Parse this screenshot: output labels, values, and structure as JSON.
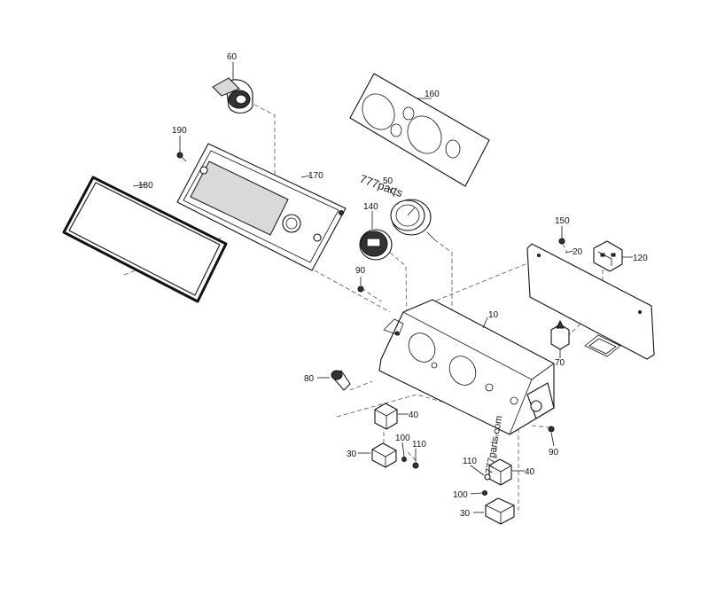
{
  "callouts": [
    {
      "id": "c60",
      "label": "60"
    },
    {
      "id": "c160",
      "label": "160"
    },
    {
      "id": "c190",
      "label": "190"
    },
    {
      "id": "c170",
      "label": "170"
    },
    {
      "id": "c180",
      "label": "180"
    },
    {
      "id": "c50",
      "label": "50"
    },
    {
      "id": "c140",
      "label": "140"
    },
    {
      "id": "c150",
      "label": "150"
    },
    {
      "id": "c20",
      "label": "20"
    },
    {
      "id": "c120",
      "label": "120"
    },
    {
      "id": "c90a",
      "label": "90"
    },
    {
      "id": "c10",
      "label": "10"
    },
    {
      "id": "c70",
      "label": "70"
    },
    {
      "id": "c80",
      "label": "80"
    },
    {
      "id": "c40a",
      "label": "40"
    },
    {
      "id": "c100a",
      "label": "100"
    },
    {
      "id": "c110a",
      "label": "110"
    },
    {
      "id": "c30a",
      "label": "30"
    },
    {
      "id": "c90b",
      "label": "90"
    },
    {
      "id": "c110b",
      "label": "110"
    },
    {
      "id": "c40b",
      "label": "40"
    },
    {
      "id": "c100b",
      "label": "100"
    },
    {
      "id": "c30b",
      "label": "30"
    }
  ],
  "watermarks": [
    "777parts",
    "777parts.com"
  ]
}
